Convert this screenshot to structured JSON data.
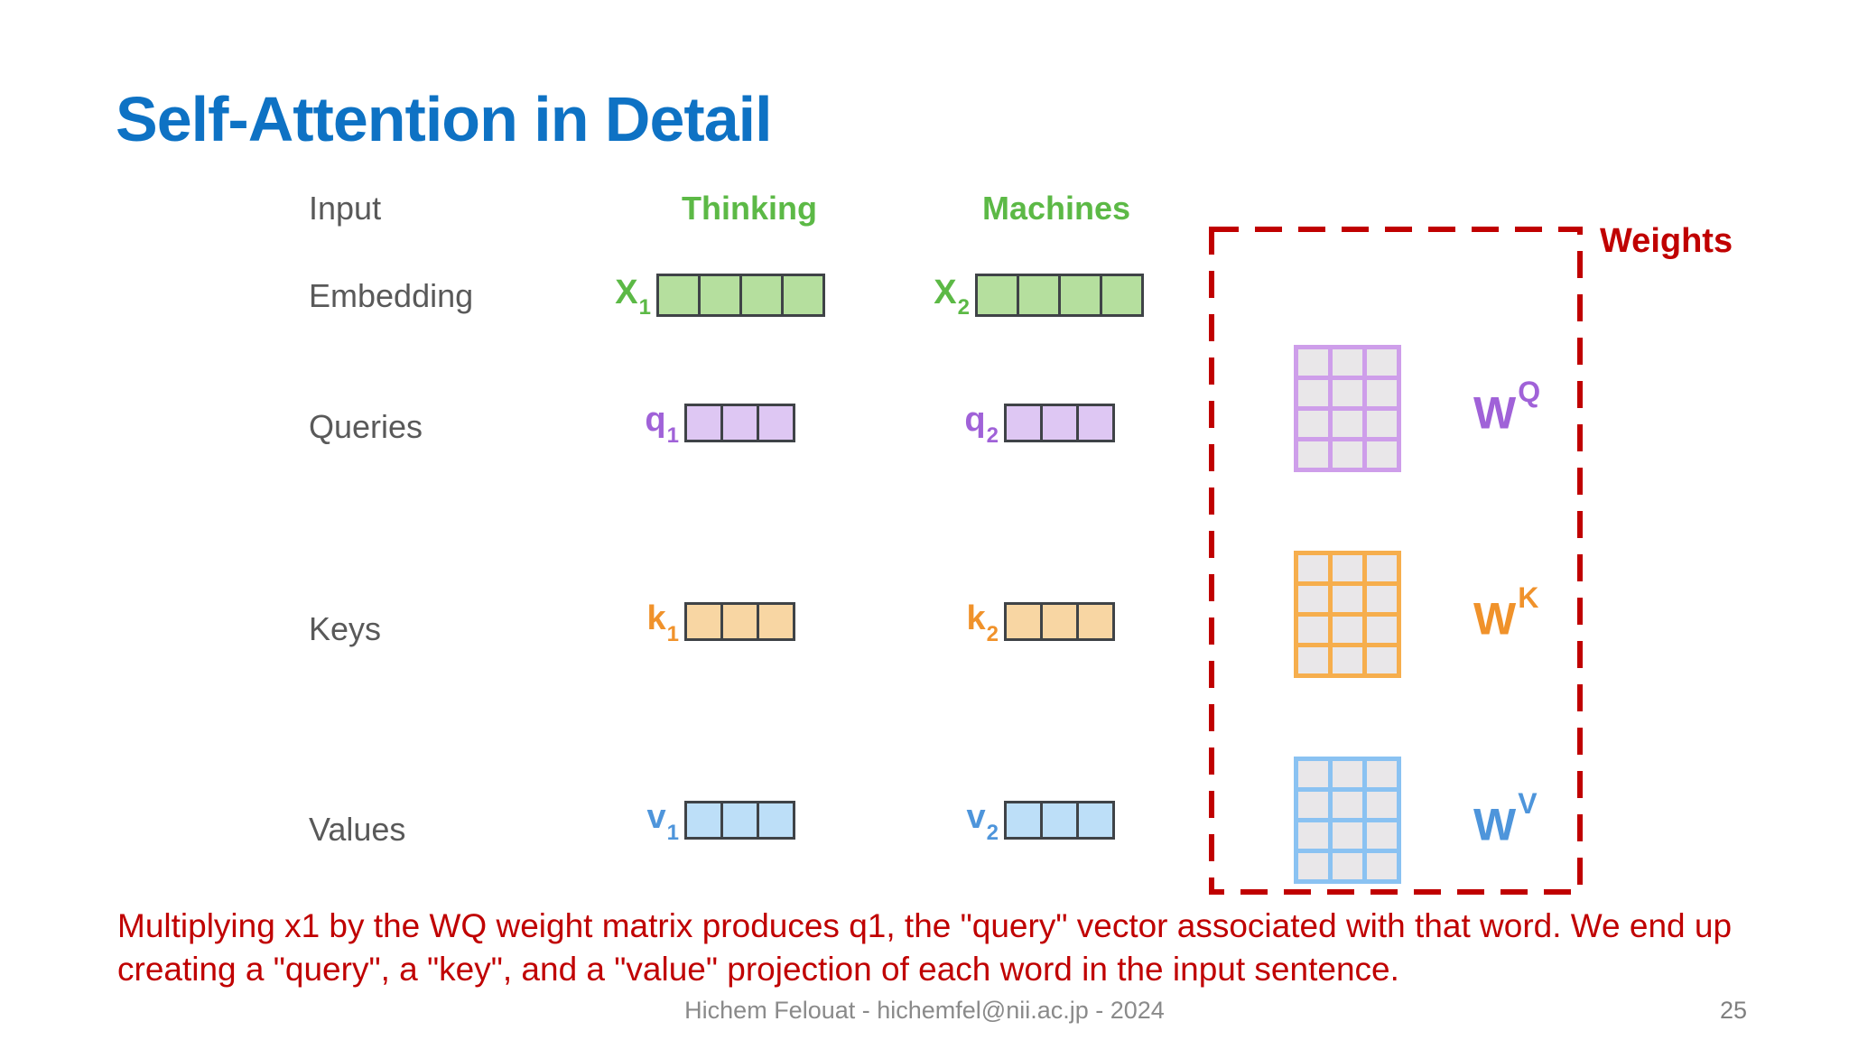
{
  "slide": {
    "title": "Self-Attention in Detail",
    "caption": {
      "line1": "Multiplying x1 by the WQ weight matrix produces q1, the \"query\" vector associated with that word. We end up",
      "line2": "creating a \"query\", a \"key\", and a \"value\" projection of each word in the input sentence."
    },
    "footer": {
      "credit": "Hichem Felouat - hichemfel@nii.ac.jp - 2024",
      "page": "25"
    }
  },
  "diagram": {
    "row_labels": {
      "input": "Input",
      "embedding": "Embedding",
      "queries": "Queries",
      "keys": "Keys",
      "values": "Values"
    },
    "words": {
      "first": "Thinking",
      "second": "Machines"
    },
    "vectors": {
      "x1": {
        "base": "X",
        "sub": "1",
        "cells": 4,
        "color": "green"
      },
      "x2": {
        "base": "X",
        "sub": "2",
        "cells": 4,
        "color": "green"
      },
      "q1": {
        "base": "q",
        "sub": "1",
        "cells": 3,
        "color": "purple"
      },
      "q2": {
        "base": "q",
        "sub": "2",
        "cells": 3,
        "color": "purple"
      },
      "k1": {
        "base": "k",
        "sub": "1",
        "cells": 3,
        "color": "orange"
      },
      "k2": {
        "base": "k",
        "sub": "2",
        "cells": 3,
        "color": "orange"
      },
      "v1": {
        "base": "v",
        "sub": "1",
        "cells": 3,
        "color": "blue"
      },
      "v2": {
        "base": "v",
        "sub": "2",
        "cells": 3,
        "color": "blue"
      }
    },
    "weights": {
      "panel_label": "Weights",
      "matrices": {
        "wq": {
          "base": "W",
          "sup": "Q",
          "grid": "3x4",
          "color": "purple"
        },
        "wk": {
          "base": "W",
          "sup": "K",
          "grid": "3x4",
          "color": "orange"
        },
        "wv": {
          "base": "W",
          "sup": "V",
          "grid": "3x4",
          "color": "blue"
        }
      }
    }
  },
  "colors": {
    "title_blue": "#0E72C4",
    "accent_red": "#C00000",
    "green_text": "#5CB946",
    "purple_text": "#A062D8",
    "orange_text": "#F0922B",
    "blue_text": "#4E95DB",
    "row_label_gray": "#595959",
    "footer_gray": "#8A8A8A",
    "fill_green": "#B5DF9E",
    "fill_purple": "#DEC7F3",
    "fill_orange": "#F8D6A3",
    "fill_blue": "#BDDFF8",
    "matrix_cell_gray": "#E9E7E9"
  }
}
